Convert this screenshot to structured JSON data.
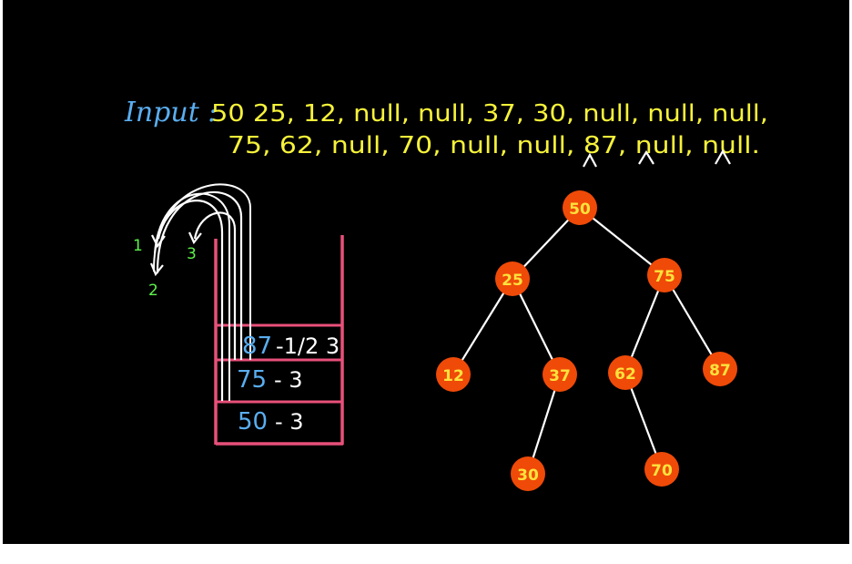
{
  "input": {
    "label": "Input :",
    "line1": "50 25, 12, null, null, 37, 30, null, null, null,",
    "line2": "75, 62, null, 70, null, null, 87, null, null."
  },
  "stack": {
    "top": {
      "node": "87",
      "steps": "-1/2 3"
    },
    "middle": {
      "node": "75",
      "steps": "- 3"
    },
    "bottom": {
      "node": "50",
      "steps": "- 3"
    },
    "arrow_labels": [
      "1",
      "2",
      "3"
    ]
  },
  "tree": {
    "nodes": [
      "50",
      "25",
      "75",
      "12",
      "37",
      "62",
      "87",
      "30",
      "70"
    ]
  },
  "colors": {
    "background": "#000000",
    "label_blue": "#5aaef0",
    "text_yellow": "#f6f23a",
    "stack_pink": "#e8507a",
    "node_fill": "#ef4a08",
    "node_text": "#ffe23c",
    "edge_white": "#ffffff",
    "arrow_green": "#5ef24a"
  }
}
